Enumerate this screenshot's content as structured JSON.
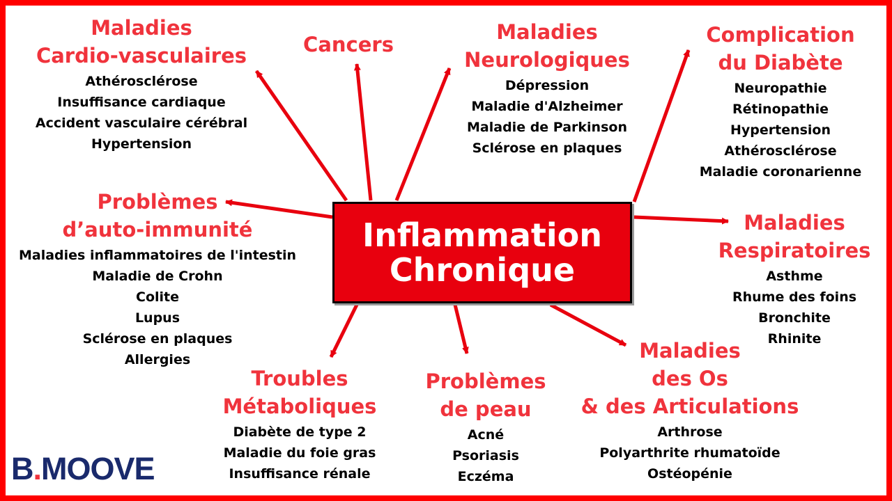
{
  "center": {
    "line1": "Inflammation",
    "line2": "Chronique"
  },
  "logo": {
    "left": "B",
    "dot": ".",
    "right": "MOOVE"
  },
  "colors": {
    "accent": "#f0333c",
    "center_fill": "#e8000e",
    "logo_blue": "#1a2a6c"
  },
  "categories": [
    {
      "title": [
        "Maladies",
        "Cardio-vasculaires"
      ],
      "items": [
        "Athérosclérose",
        "Insuffisance cardiaque",
        "Accident vasculaire cérébral",
        "Hypertension"
      ]
    },
    {
      "title": [
        "Cancers"
      ],
      "items": []
    },
    {
      "title": [
        "Maladies",
        "Neurologiques"
      ],
      "items": [
        "Dépression",
        "Maladie d'Alzheimer",
        "Maladie de Parkinson",
        "Sclérose en plaques"
      ]
    },
    {
      "title": [
        "Complication",
        "du Diabète"
      ],
      "items": [
        "Neuropathie",
        "Rétinopathie",
        "Hypertension",
        "Athérosclérose",
        "Maladie coronarienne"
      ]
    },
    {
      "title": [
        "Problèmes",
        "d’auto-immunité"
      ],
      "items": [
        "Maladies inflammatoires de l'intestin",
        "Maladie de Crohn",
        "Colite",
        "Lupus",
        "Sclérose en plaques",
        "Allergies"
      ]
    },
    {
      "title": [
        "Maladies",
        "Respiratoires"
      ],
      "items": [
        "Asthme",
        "Rhume des foins",
        "Bronchite",
        "Rhinite"
      ]
    },
    {
      "title": [
        "Troubles",
        "Métaboliques"
      ],
      "items": [
        "Diabète de type 2",
        "Maladie du foie gras",
        "Insuffisance rénale"
      ]
    },
    {
      "title": [
        "Problèmes",
        "de peau"
      ],
      "items": [
        "Acné",
        "Psoriasis",
        "Eczéma"
      ]
    },
    {
      "title": [
        "Maladies",
        "des Os",
        "& des Articulations"
      ],
      "items": [
        "Arthrose",
        "Polyarthrite rhumatoïde",
        "Ostéopénie"
      ]
    }
  ]
}
